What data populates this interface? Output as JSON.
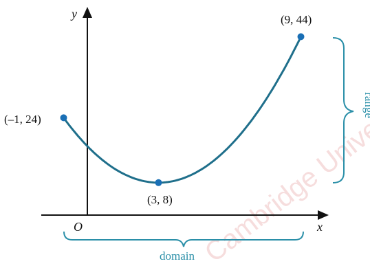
{
  "axes": {
    "x_label": "x",
    "y_label": "y",
    "origin_label": "O"
  },
  "points": [
    {
      "label": "(–1, 24)",
      "x": -1,
      "y": 24
    },
    {
      "label": "(3, 8)",
      "x": 3,
      "y": 8
    },
    {
      "label": "(9, 44)",
      "x": 9,
      "y": 44
    }
  ],
  "annotations": {
    "domain_label": "domain",
    "range_label": "range"
  },
  "watermark": "Cambridge University Press - Review",
  "colors": {
    "curve": "#1f6f8b",
    "point": "#1a6fb5",
    "brace": "#2a8fa8",
    "axis": "#111111",
    "annotation_text": "#2a8fa8"
  }
}
